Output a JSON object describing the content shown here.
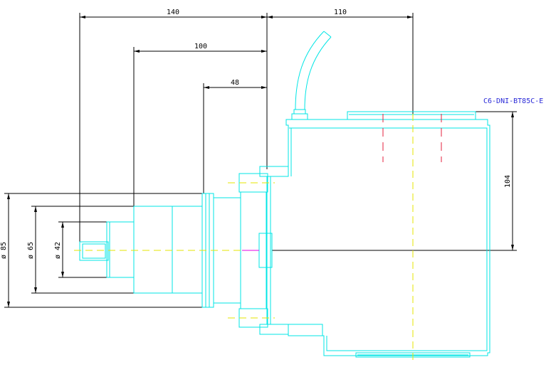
{
  "dimensions": {
    "d140": "140",
    "d110": "110",
    "d100": "100",
    "d48": "48",
    "d104": "104",
    "dia85": "ø 85",
    "dia65": "ø 65",
    "dia42": "ø 42"
  },
  "part_label": "C6-DNI-BT85C-E",
  "colors": {
    "geometry": "#00e5e5",
    "dimension": "#000000",
    "centerline": "#e6e600",
    "hidden": "#e6203c",
    "label": "#2a2ad8"
  }
}
